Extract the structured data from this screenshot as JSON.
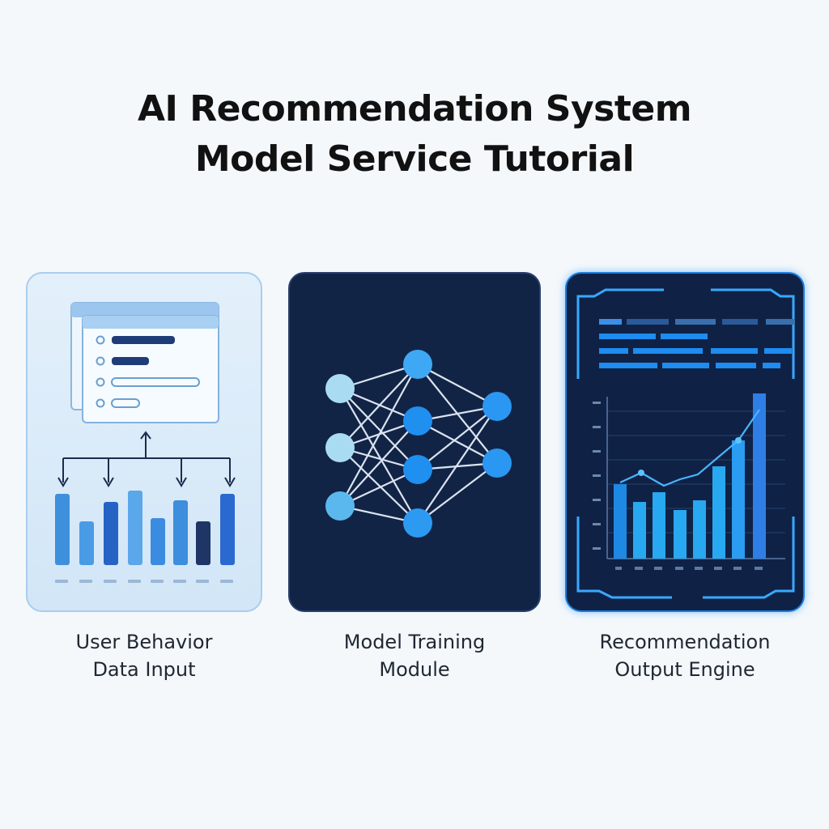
{
  "title": {
    "line1": "AI Recommendation System",
    "line2": "Model Service Tutorial"
  },
  "panels": [
    {
      "caption_line1": "User Behavior",
      "caption_line2": "Data Input",
      "icon": "form-window-with-bar-chart"
    },
    {
      "caption_line1": "Model Training",
      "caption_line2": "Module",
      "icon": "neural-network"
    },
    {
      "caption_line1": "Recommendation",
      "caption_line2": "Output Engine",
      "icon": "growth-bar-chart-dashboard"
    }
  ],
  "colors": {
    "background": "#f4f8fb",
    "accent": "#1e88e5",
    "dark_panel": "#122446",
    "node_light": "#a9dcf2",
    "node_blue": "#1f8ff0"
  }
}
